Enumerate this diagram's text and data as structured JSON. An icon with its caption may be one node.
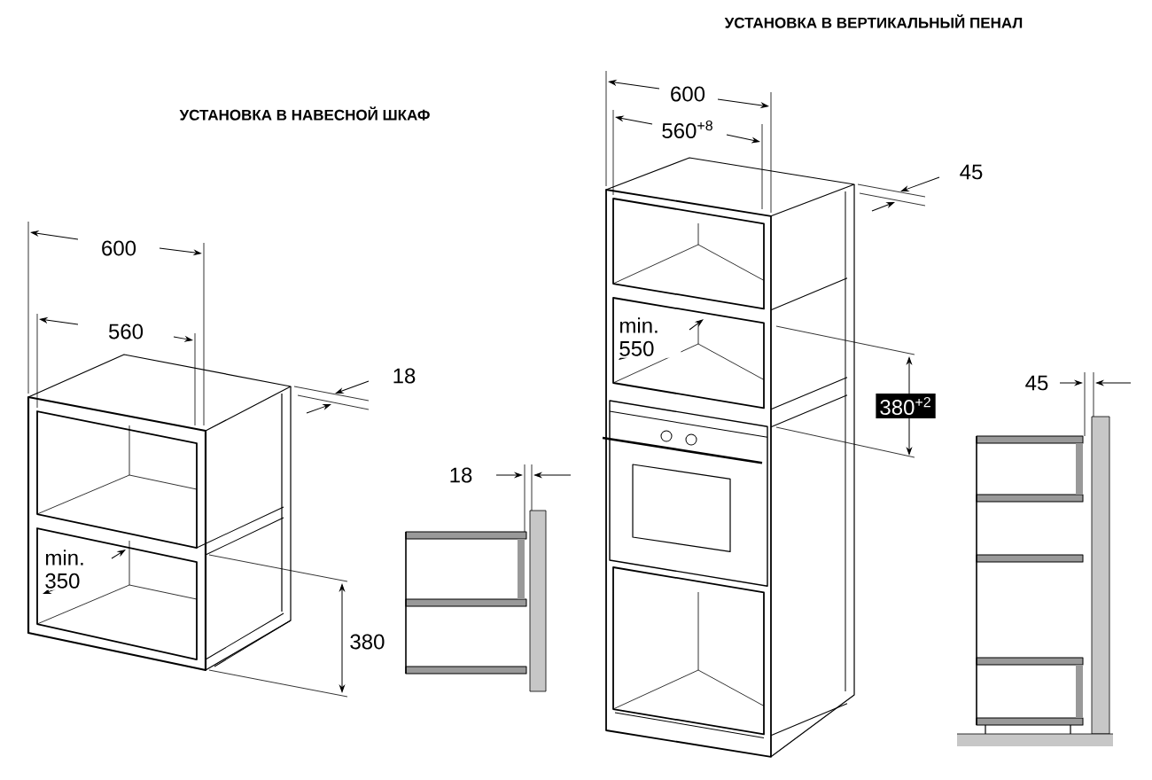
{
  "diagram": {
    "labels": [
      "УСТАНОВКА В ВЕРТИКАЛЬНЫЙ ПЕНАЛ",
      "УСТАНОВКА В НАВЕСНОЙ ШКАФ",
      "600",
      "560$^{+8}$",
      "45",
      "600",
      "560",
      "min. 550",
      "18",
      "380$^{+2}$",
      "45",
      "18",
      "min. 350",
      "380"
    ]
  }
}
